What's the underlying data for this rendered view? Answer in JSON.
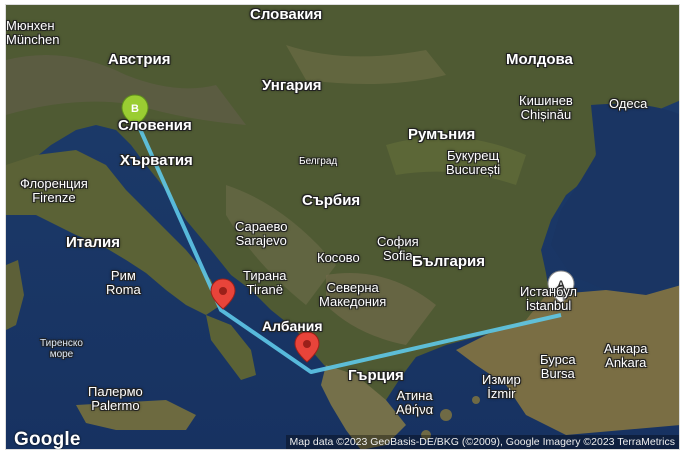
{
  "map": {
    "labels": [
      {
        "id": "munich",
        "text": "Мюнхен\nMünchen",
        "cls": "city"
      },
      {
        "id": "slovakia",
        "text": "Словакия",
        "cls": "country"
      },
      {
        "id": "austria",
        "text": "Австрия",
        "cls": "country"
      },
      {
        "id": "hungary",
        "text": "Унгария",
        "cls": "country"
      },
      {
        "id": "moldova",
        "text": "Молдова",
        "cls": "country"
      },
      {
        "id": "chisinau",
        "text": "Кишинев\nChișinău",
        "cls": "city"
      },
      {
        "id": "odesa",
        "text": "Одеса",
        "cls": "city"
      },
      {
        "id": "slovenia",
        "text": "Словения",
        "cls": "country"
      },
      {
        "id": "croatia",
        "text": "Хърватия",
        "cls": "country"
      },
      {
        "id": "romania",
        "text": "Румъния",
        "cls": "country"
      },
      {
        "id": "belgrade",
        "text": "Белград",
        "cls": "small"
      },
      {
        "id": "bucharest",
        "text": "Букурещ\nBucurești",
        "cls": "city"
      },
      {
        "id": "florence",
        "text": "Флоренция\nFirenze",
        "cls": "city"
      },
      {
        "id": "serbia",
        "text": "Сърбия",
        "cls": "country"
      },
      {
        "id": "sarajevo",
        "text": "Сараево\nSarajevo",
        "cls": "city"
      },
      {
        "id": "italy",
        "text": "Италия",
        "cls": "country"
      },
      {
        "id": "sofia",
        "text": "София\nSofia",
        "cls": "city"
      },
      {
        "id": "kosovo",
        "text": "Косово",
        "cls": "city"
      },
      {
        "id": "bulgaria",
        "text": "България",
        "cls": "country"
      },
      {
        "id": "rome",
        "text": "Рим\nRoma",
        "cls": "city"
      },
      {
        "id": "tirana",
        "text": "Тирана\nTiranë",
        "cls": "city"
      },
      {
        "id": "macedonia",
        "text": "Северна\nМакедония",
        "cls": "city"
      },
      {
        "id": "istanbul",
        "text": "Истанбул\nİstanbul",
        "cls": "city"
      },
      {
        "id": "albania",
        "text": "Албания",
        "cls": "country"
      },
      {
        "id": "tyrrhenian",
        "text": "Тиренско\nморе",
        "cls": "water"
      },
      {
        "id": "greece",
        "text": "Гърция",
        "cls": "country"
      },
      {
        "id": "bursa",
        "text": "Бурса\nBursa",
        "cls": "city"
      },
      {
        "id": "ankara",
        "text": "Анкара\nAnkara",
        "cls": "city"
      },
      {
        "id": "izmir",
        "text": "Измир\nİzmir",
        "cls": "city"
      },
      {
        "id": "palermo",
        "text": "Палермо\nPalermo",
        "cls": "city"
      },
      {
        "id": "athens",
        "text": "Атина\nΑθήνα",
        "cls": "city"
      }
    ],
    "markers": {
      "start": {
        "letter": "A",
        "color": "#ffffff",
        "text_color": "#333333"
      },
      "end": {
        "letter": "B",
        "color": "#9acd32",
        "text_color": "#ffffff"
      },
      "stop_color": "#e8443a"
    },
    "route_color": "#5ec8e8",
    "google_logo": "Google",
    "attribution": "Map data ©2023 GeoBasis-DE/BKG (©2009), Google Imagery ©2023 TerraMetrics"
  }
}
